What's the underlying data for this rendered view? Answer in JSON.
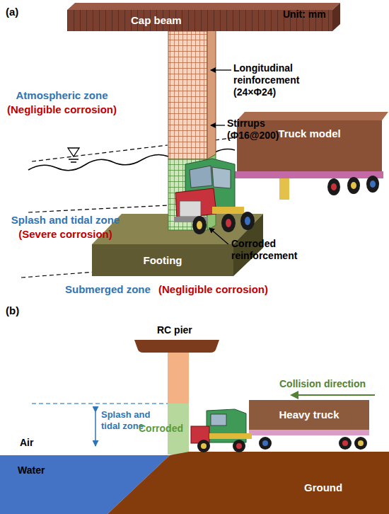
{
  "diagram": {
    "nodes": [
      {
        "text": [
          "Cap beam"
        ]
      },
      {
        "text": [
          "Truck model"
        ]
      },
      {
        "text": [
          "Footing"
        ]
      },
      {
        "text": [
          "Heavy truck"
        ]
      }
    ],
    "labels": [
      "(a)",
      "Unit: mm",
      "Atmospheric zone",
      "(Negligible corrosion)",
      "Longitudinal reinforcement (24×Φ24)",
      "Stirrups (Φ16@200)",
      "Splash and tidal zone",
      "(Severe corrosion)",
      "Corroded reinforcement",
      "Submerged zone",
      "(Negligible corrosion)",
      "(b)",
      "RC pier",
      "Collision direction",
      "Splash and tidal zone",
      "Corroded",
      "Air",
      "Water",
      "Ground"
    ]
  }
}
